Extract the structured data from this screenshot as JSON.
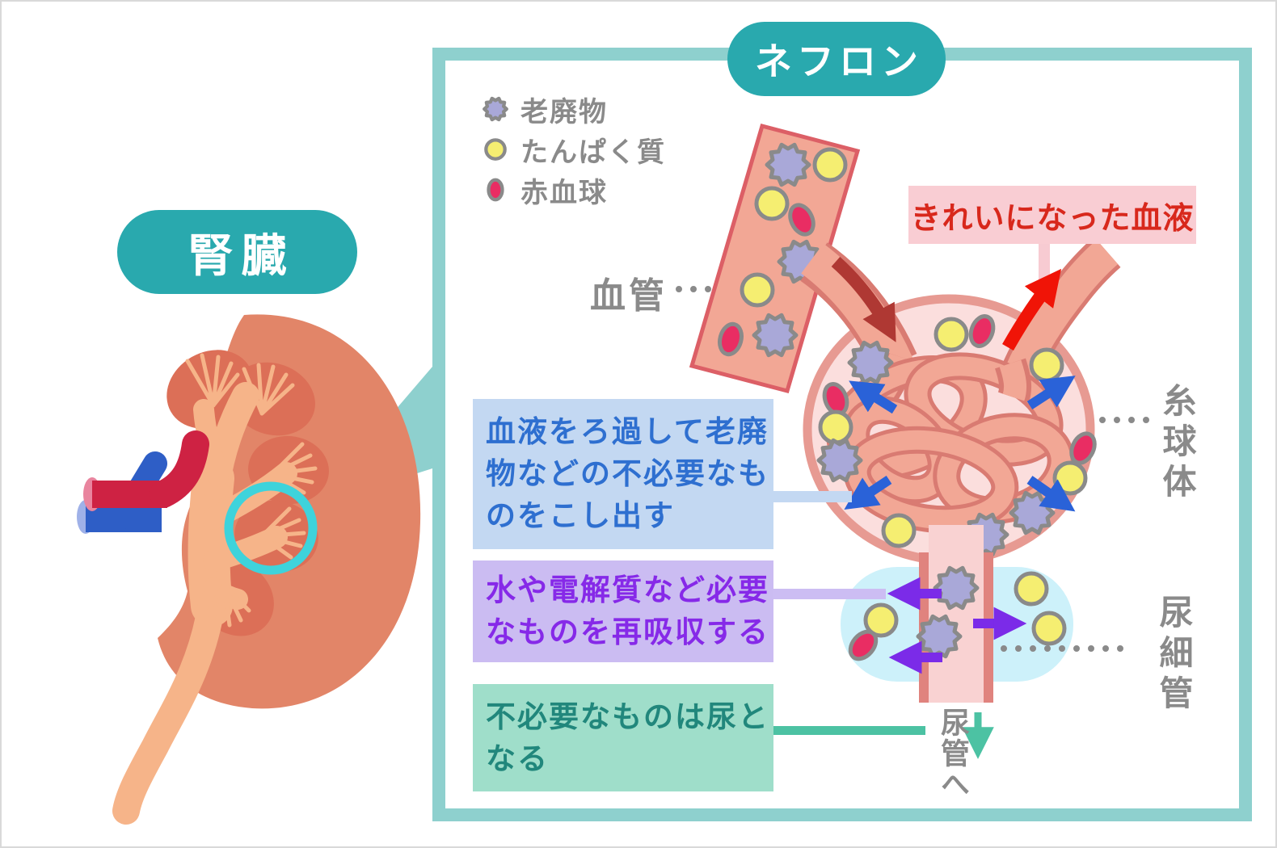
{
  "title_labels": {
    "kidney": "腎臓",
    "nephron": "ネフロン"
  },
  "legend": {
    "items": [
      {
        "icon": "waste-icon",
        "label": "老廃物",
        "color": "#A9A8D8"
      },
      {
        "icon": "protein-icon",
        "label": "たんぱく質",
        "color": "#F5EE71"
      },
      {
        "icon": "red-blood-cell-icon",
        "label": "赤血球",
        "color": "#E92D63"
      }
    ]
  },
  "part_labels": {
    "blood_vessel": "血管",
    "clean_blood": "きれいになった血液",
    "glomerulus": "糸球体",
    "renal_tubule": "尿細管",
    "to_ureter": "尿管へ"
  },
  "callouts": {
    "filter": {
      "text": "血液をろ過して老廃物などの不必要なものをこし出す",
      "lines": [
        "血液をろ過して老廃",
        "物などの不必要なも",
        "のをこし出す"
      ]
    },
    "reabsorb": {
      "text": "水や電解質など必要なものを再吸収する",
      "lines": [
        "水や電解質など必要",
        "なものを再吸収する"
      ]
    },
    "urine": {
      "text": "不必要なものは尿となる",
      "lines": [
        "不必要なものは尿と",
        "なる"
      ]
    }
  },
  "palette": {
    "teal_pill": "#29A9AE",
    "frame_teal": "#8ED0CE",
    "gray_text": "#8A8A8A",
    "vessel_fill": "#F2A795",
    "vessel_outline": "#D97B72",
    "capsule_fill": "#FBDEDD",
    "capsule_outline": "#E79A92",
    "tubule_fill": "#F9D2D2",
    "tubule_wall": "#E0837E",
    "tubule_zone_cyan": "#CDF1FA",
    "waste_fill": "#A9A8D8",
    "protein_fill": "#F5EE71",
    "rbc_fill": "#E92D63",
    "arrow_blue": "#2A62D8",
    "arrow_purple": "#7B2BE8",
    "arrow_dark_red": "#AF3833",
    "arrow_bright_red": "#F01407",
    "arrow_green": "#4CC2A3",
    "filter_box_bg": "#C3D8F2",
    "filter_text": "#2E6FD0",
    "reabsorb_box_bg": "#CBBCF2",
    "reabsorb_text": "#8629E8",
    "urine_box_bg": "#9FDECA",
    "urine_text": "#21877C",
    "clean_blood_box_bg": "#F9CDD3",
    "clean_blood_text": "#D8281C",
    "kidney_coral": "#E28568",
    "kidney_pyramid": "#DC6F57",
    "kidney_pelvis": "#F6B489",
    "artery_red": "#CE2243",
    "vein_blue": "#2E5EC6",
    "highlight_cyan": "#3ED3DB"
  }
}
